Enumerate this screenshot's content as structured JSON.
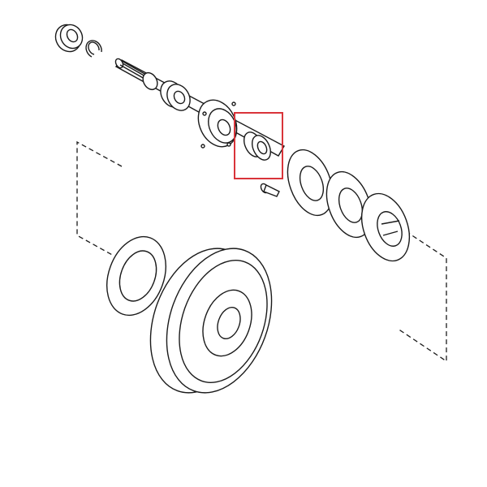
{
  "diagram": {
    "type": "exploded-parts-view",
    "highlight_color": "#d9343a",
    "line_color": "#1a1a1a",
    "background": "#ffffff",
    "parts": [
      {
        "name": "oil-seal"
      },
      {
        "name": "snap-ring"
      },
      {
        "name": "axle-shaft"
      },
      {
        "name": "bearing"
      },
      {
        "name": "bearing-retainer-flange"
      },
      {
        "name": "highlighted-bearing-collar",
        "highlighted": true
      },
      {
        "name": "gasket-1"
      },
      {
        "name": "gasket-2"
      },
      {
        "name": "hub-flange"
      },
      {
        "name": "hub-bolt"
      },
      {
        "name": "backing-plate-gasket"
      },
      {
        "name": "brake-drum"
      }
    ]
  }
}
